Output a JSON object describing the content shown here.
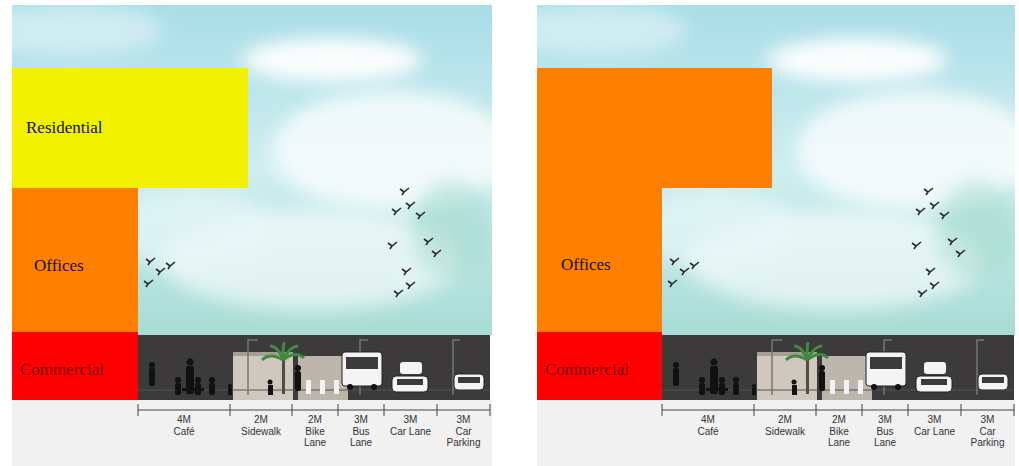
{
  "diagram": {
    "nodes": [
      {
        "text": [
          "Residential"
        ]
      },
      {
        "text": [
          "Offices"
        ]
      },
      {
        "text": [
          "Commercial"
        ]
      },
      {
        "text": [
          "Offices"
        ]
      },
      {
        "text": [
          "Commercial"
        ]
      }
    ],
    "labels": [
      "4M",
      "Café",
      "2M",
      "Sidewalk",
      "2M",
      "Bike Lane",
      "3M",
      "Bus Lane",
      "3M",
      "Car Lane",
      "3M",
      "Car Parking",
      "4M",
      "Café",
      "2M",
      "Sidewalk",
      "2M",
      "Bike Lane",
      "3M",
      "Bus Lane",
      "3M",
      "Car Lane",
      "3M",
      "Car Parking"
    ]
  }
}
